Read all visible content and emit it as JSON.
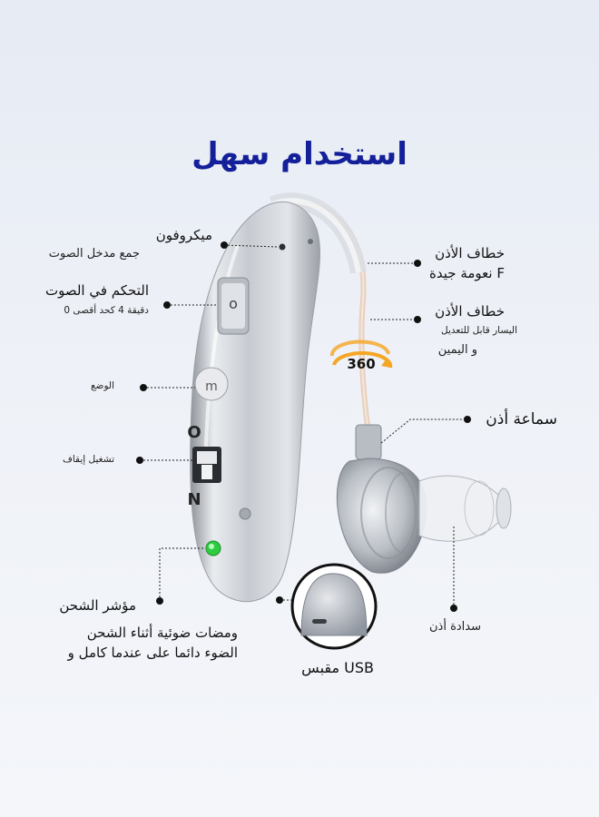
{
  "title": "استخدام سهل",
  "labels": {
    "microphone": {
      "title": "ميكروفون",
      "subtitle": "جمع مدخل الصوت"
    },
    "volume": {
      "title": "التحكم في الصوت",
      "subtitle": "دقيقة 4 كحد أقصى 0"
    },
    "mode": {
      "title": "الوضع"
    },
    "power": {
      "title": "تشغيل إيقاف"
    },
    "charge": {
      "title": "مؤشر الشحن",
      "line1": "ومضات ضوئية أثناء الشحن",
      "line2": "الضوء دائما على عندما كامل و"
    },
    "ear_hook_1": {
      "title": "خطاف الأذن",
      "subtitle": "F نعومة جيدة"
    },
    "ear_hook_2": {
      "title": "خطاف الأذن",
      "subtitle": "اليسار قابل للتعديل",
      "line2": "و اليمين"
    },
    "earphone": {
      "title": "سماعة أذن"
    },
    "earplug": {
      "title": "سدادة أذن"
    },
    "usb": {
      "title": "USB مقبس"
    }
  },
  "device": {
    "rotate_badge": "360",
    "switch_top": "O",
    "switch_bottom": "N",
    "volume_mark": "o",
    "mode_mark": "m"
  },
  "colors": {
    "title": "#14209a",
    "device_body": "#c9cdd3",
    "led": "#2ecc40",
    "rotate_arrow": "#f5a623"
  }
}
